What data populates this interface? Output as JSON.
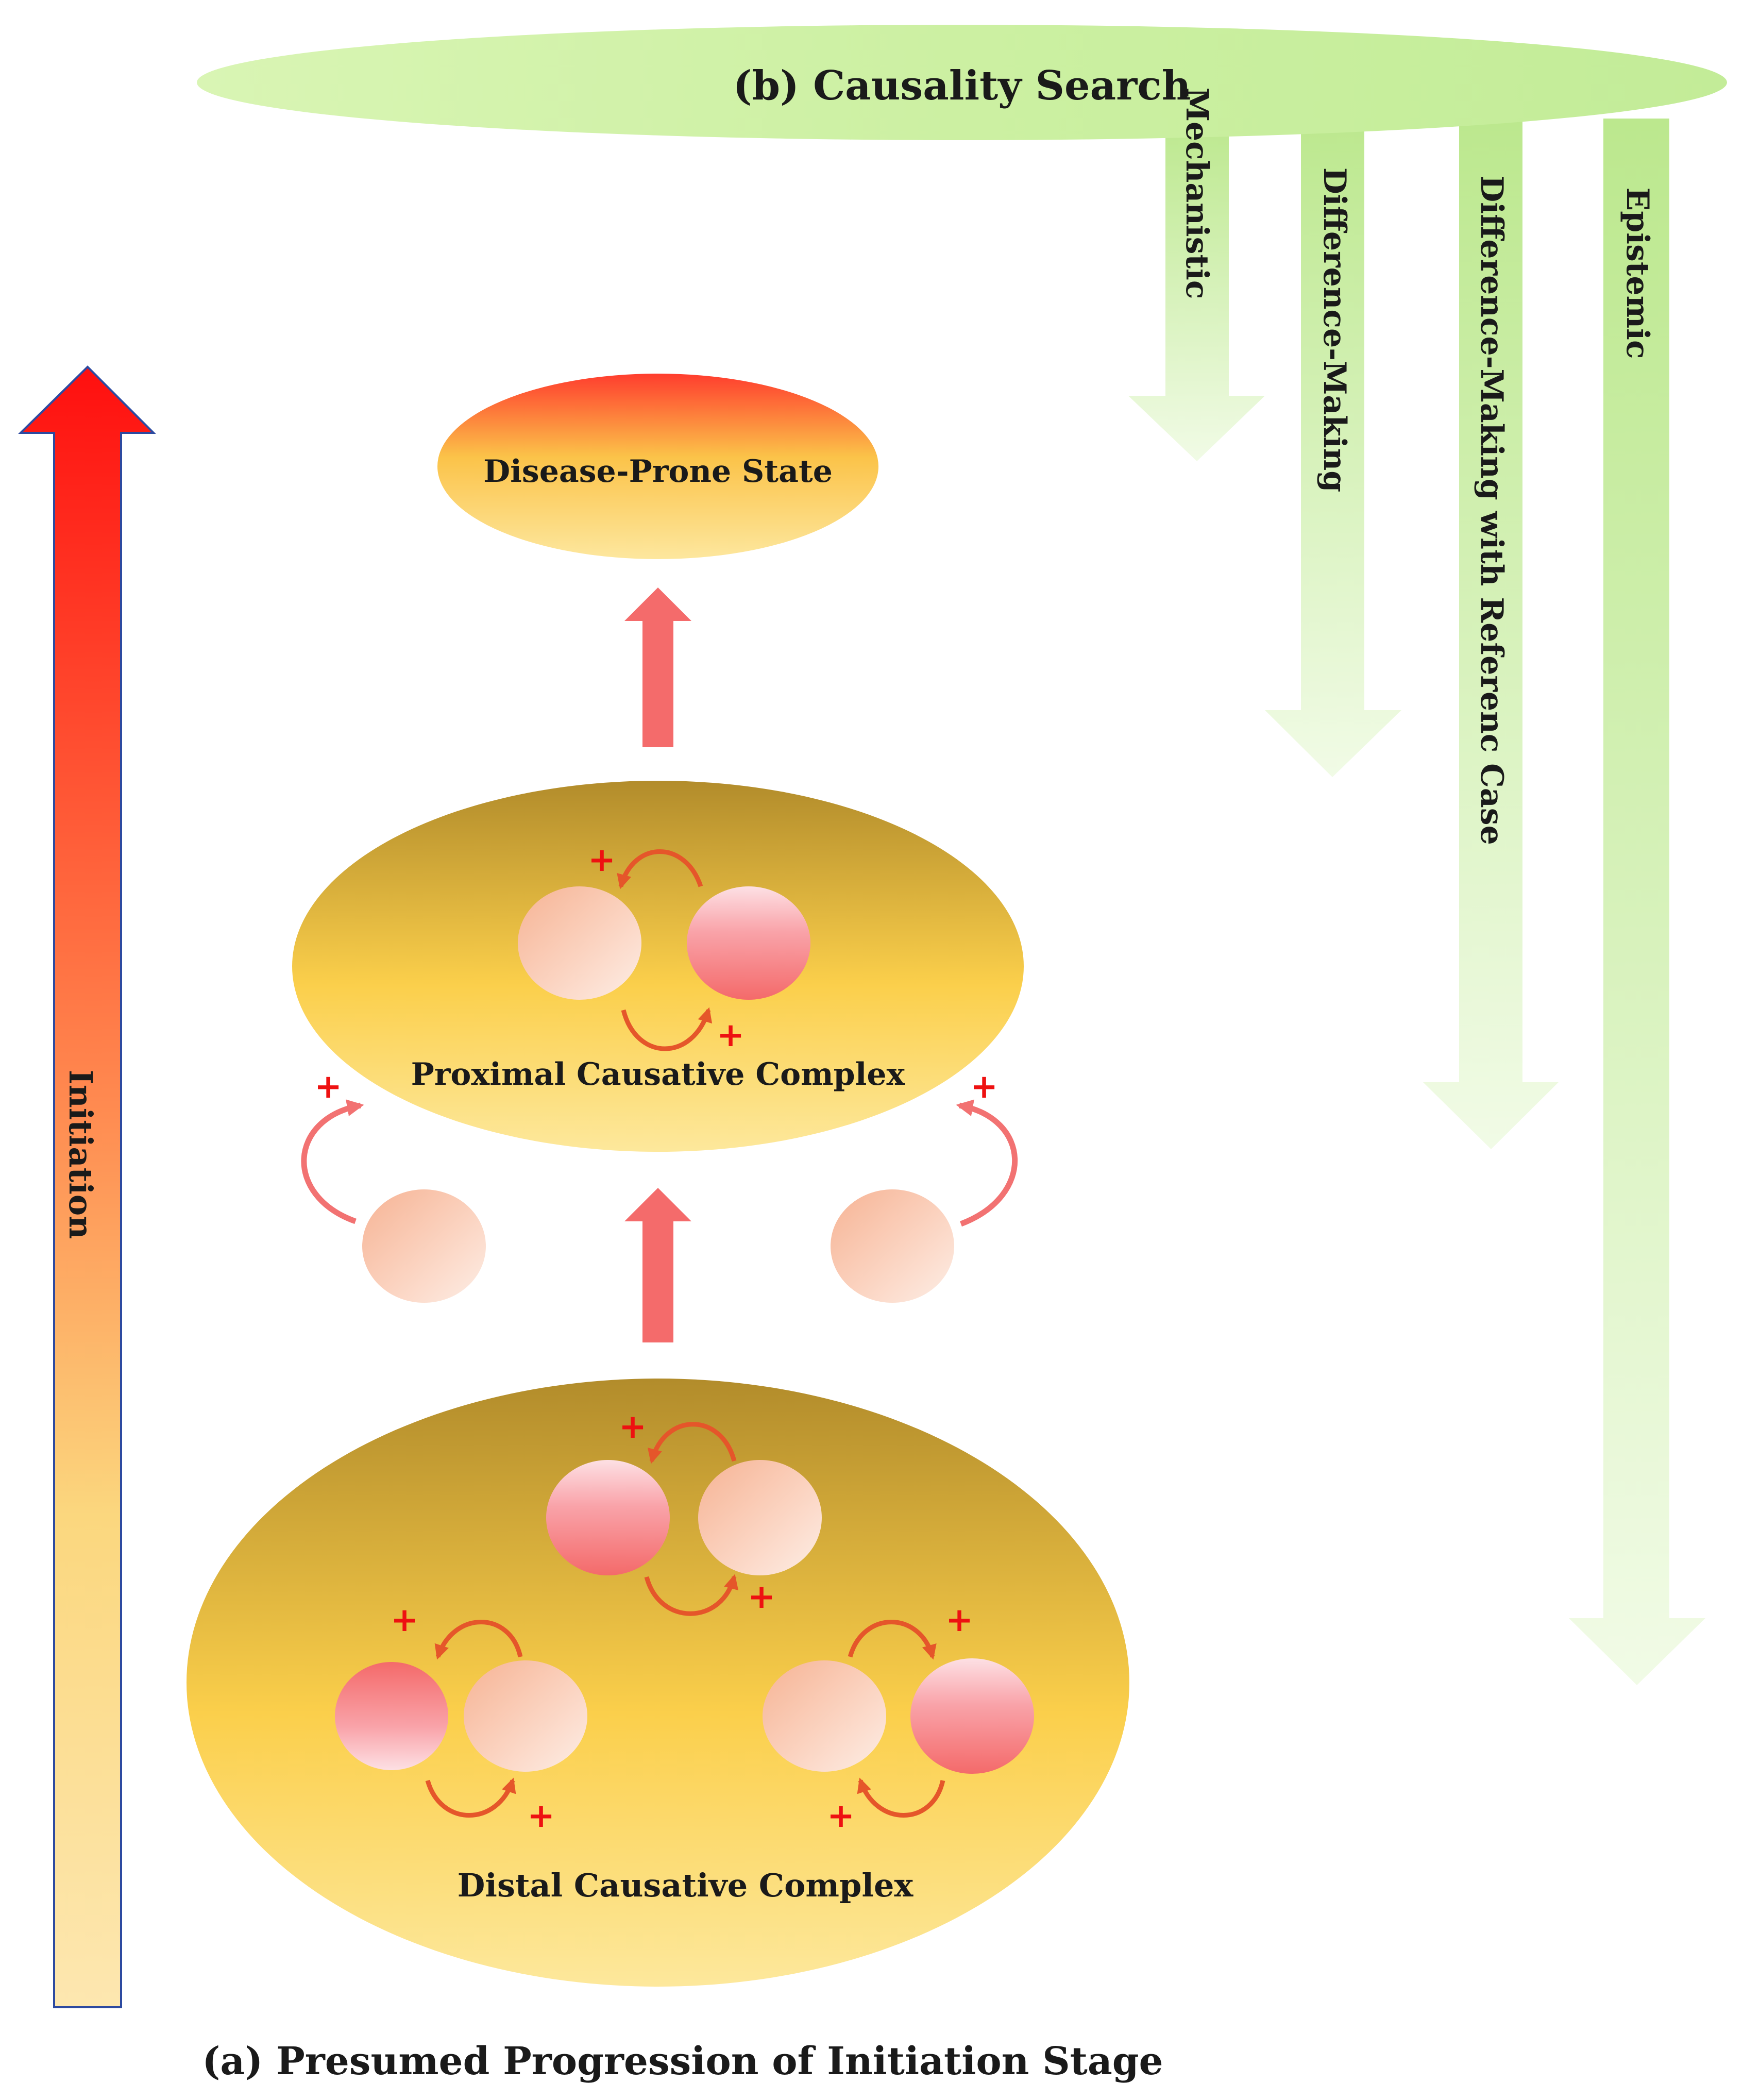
{
  "causality_search": {
    "title": "(b) Causality Search",
    "branches": [
      "Mechanistic",
      "Difference-Making",
      "Difference-Making with Referenc Case",
      "Epistemic"
    ]
  },
  "initiation_arrow": {
    "label": "Initiation"
  },
  "progression": {
    "disease_state": "Disease-Prone State",
    "proximal_complex": "Proximal Causative Complex",
    "distal_complex": "Distal Causative Complex",
    "feedback_sign": "+"
  },
  "caption": "(a) Presumed Progression of Initiation Stage",
  "colors": {
    "green": "#c4ec9a",
    "gold_dark": "#b8902a",
    "gold_light": "#fbe28e",
    "red": "#ff1111",
    "arrow_red": "#f27272",
    "orange_arrow": "#e5562a",
    "plus_red": "#ee1111"
  }
}
